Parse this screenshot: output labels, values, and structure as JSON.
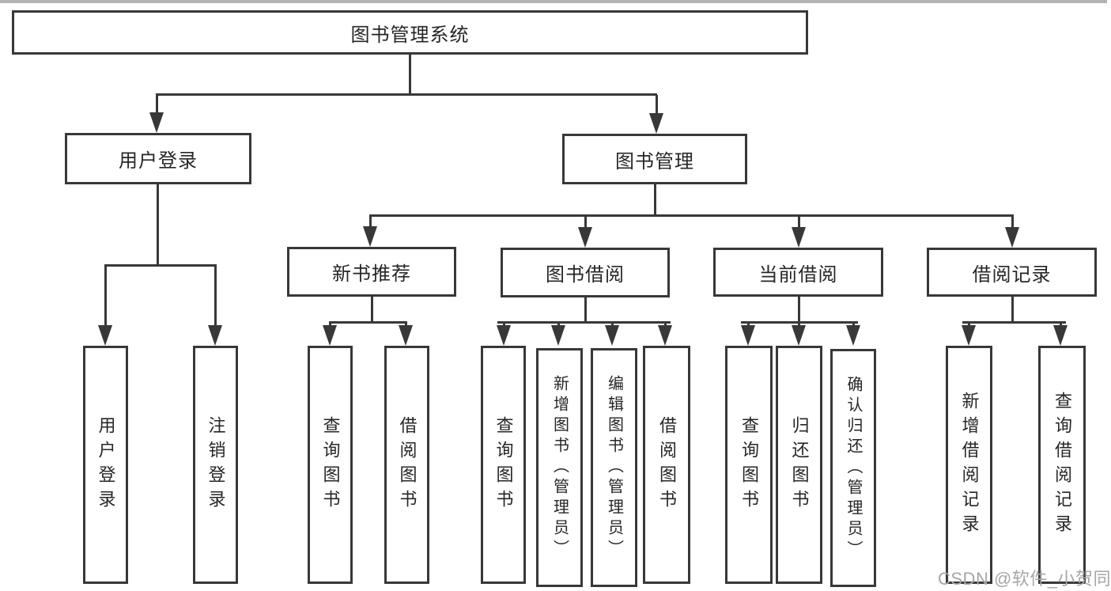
{
  "nodes": {
    "root": {
      "label": "图书管理系统"
    },
    "user_login": {
      "label": "用户登录"
    },
    "book_mgmt": {
      "label": "图书管理"
    },
    "new_book_rec": {
      "label": "新书推荐"
    },
    "book_borrow": {
      "label": "图书借阅"
    },
    "current_borrow": {
      "label": "当前借阅"
    },
    "borrow_records": {
      "label": "借阅记录"
    },
    "leaf_user_login": {
      "label": "用户登录"
    },
    "leaf_logout": {
      "label": "注销登录"
    },
    "leaf_query_book_1": {
      "label": "查询图书"
    },
    "leaf_borrow_book_1": {
      "label": "借阅图书"
    },
    "leaf_query_book_2": {
      "label": "查询图书"
    },
    "leaf_add_book": {
      "label": "新增图书（管理员）"
    },
    "leaf_edit_book": {
      "label": "编辑图书（管理员）"
    },
    "leaf_borrow_book_2": {
      "label": "借阅图书"
    },
    "leaf_query_book_3": {
      "label": "查询图书"
    },
    "leaf_return_book": {
      "label": "归还图书"
    },
    "leaf_confirm_return": {
      "label": "确认归还（管理员）"
    },
    "leaf_add_record": {
      "label": "新增借阅记录"
    },
    "leaf_query_record": {
      "label": "查询借阅记录"
    }
  },
  "watermark": "CSDN @软件_小贺同学",
  "colors": {
    "line": "#383838",
    "box_border": "#383838",
    "text": "#262626",
    "watermark": "#a6a6a6",
    "background": "#ffffff"
  }
}
